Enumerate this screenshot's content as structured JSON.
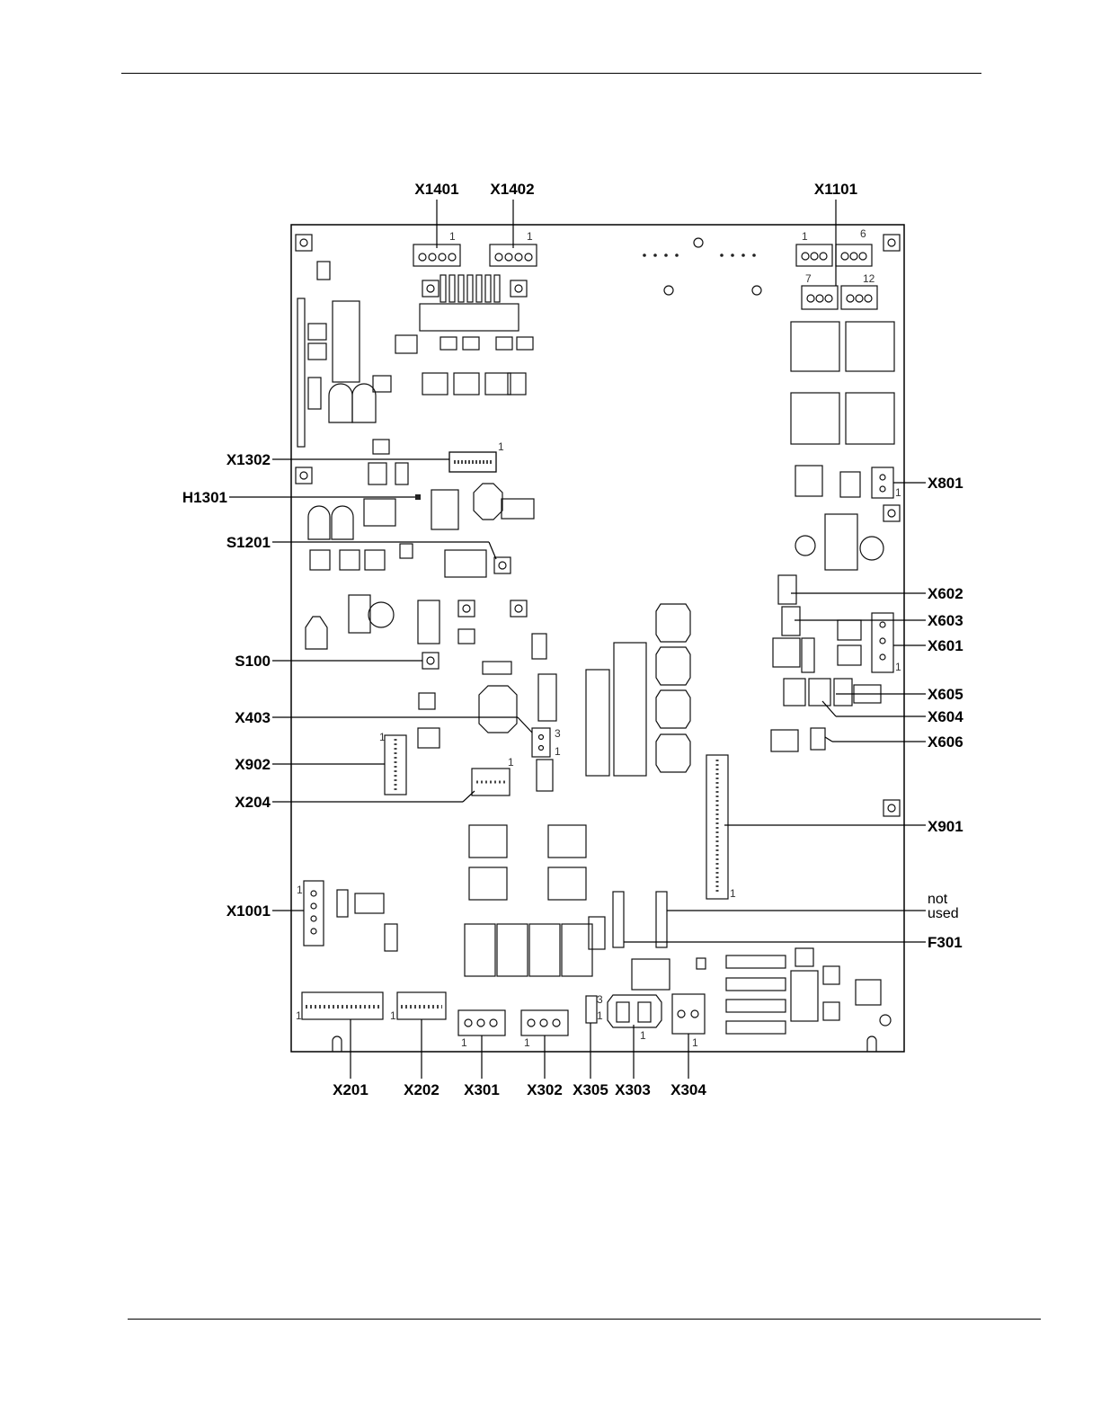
{
  "figure": {
    "top_labels": [
      "X1401",
      "X1402",
      "X1101"
    ],
    "left_labels": [
      "X1302",
      "H1301",
      "S1201",
      "S100",
      "X403",
      "X902",
      "X204",
      "X1001"
    ],
    "right_labels": [
      "X801",
      "X602",
      "X603",
      "X601",
      "X605",
      "X604",
      "X606",
      "X901"
    ],
    "right_note_line1": "not",
    "right_note_line2": "used",
    "right_label_f301": "F301",
    "bottom_labels": [
      "X201",
      "X202",
      "X301",
      "X302",
      "X305",
      "X303",
      "X304"
    ],
    "pin_numbers": {
      "x1101_a": "1",
      "x1101_b": "6",
      "x1101_c": "7",
      "x1101_d": "12",
      "x1401": "1",
      "x1402": "1",
      "x1302": "1",
      "x801": "1",
      "x601": "1",
      "x403_top": "3",
      "x403_bot": "1",
      "x902": "1",
      "x204": "1",
      "x901": "1",
      "x1001": "1",
      "x201": "1",
      "x202": "1",
      "x301": "1",
      "x302": "1",
      "x305_top": "3",
      "x305_bot": "1",
      "x303": "1",
      "x304": "1"
    }
  }
}
